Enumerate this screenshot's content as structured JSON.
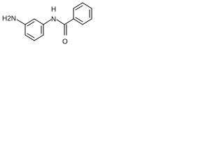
{
  "structure": {
    "name": "3-aminobenzanilide",
    "atoms": {
      "amine": "H2N",
      "amide_nitrogen": "N",
      "amide_hydrogen": "H",
      "carbonyl_oxygen": "O"
    }
  },
  "colors": {
    "bond": "#000000",
    "label": "#000000",
    "background": "#ffffff"
  }
}
